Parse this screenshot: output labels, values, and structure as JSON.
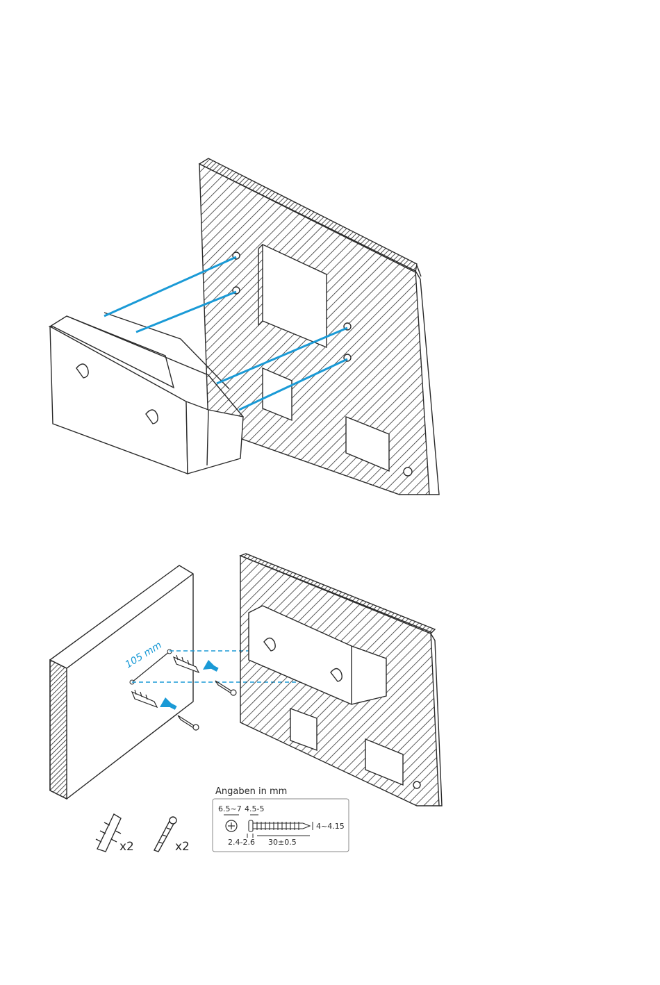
{
  "diagram": {
    "distance_label": "105 mm",
    "spec_box": {
      "title": "Angaben in mm",
      "head_diameter": "6.5~7",
      "head_height": "4.5-5",
      "shaft_diameter": "4~4.15",
      "thread_pitch": "2.4-2.6",
      "length": "30±0.5"
    },
    "parts": {
      "anchor_count": "x2",
      "screw_count": "x2"
    },
    "colors": {
      "accent": "#1a9ad6",
      "line": "#2a2a2a"
    }
  }
}
